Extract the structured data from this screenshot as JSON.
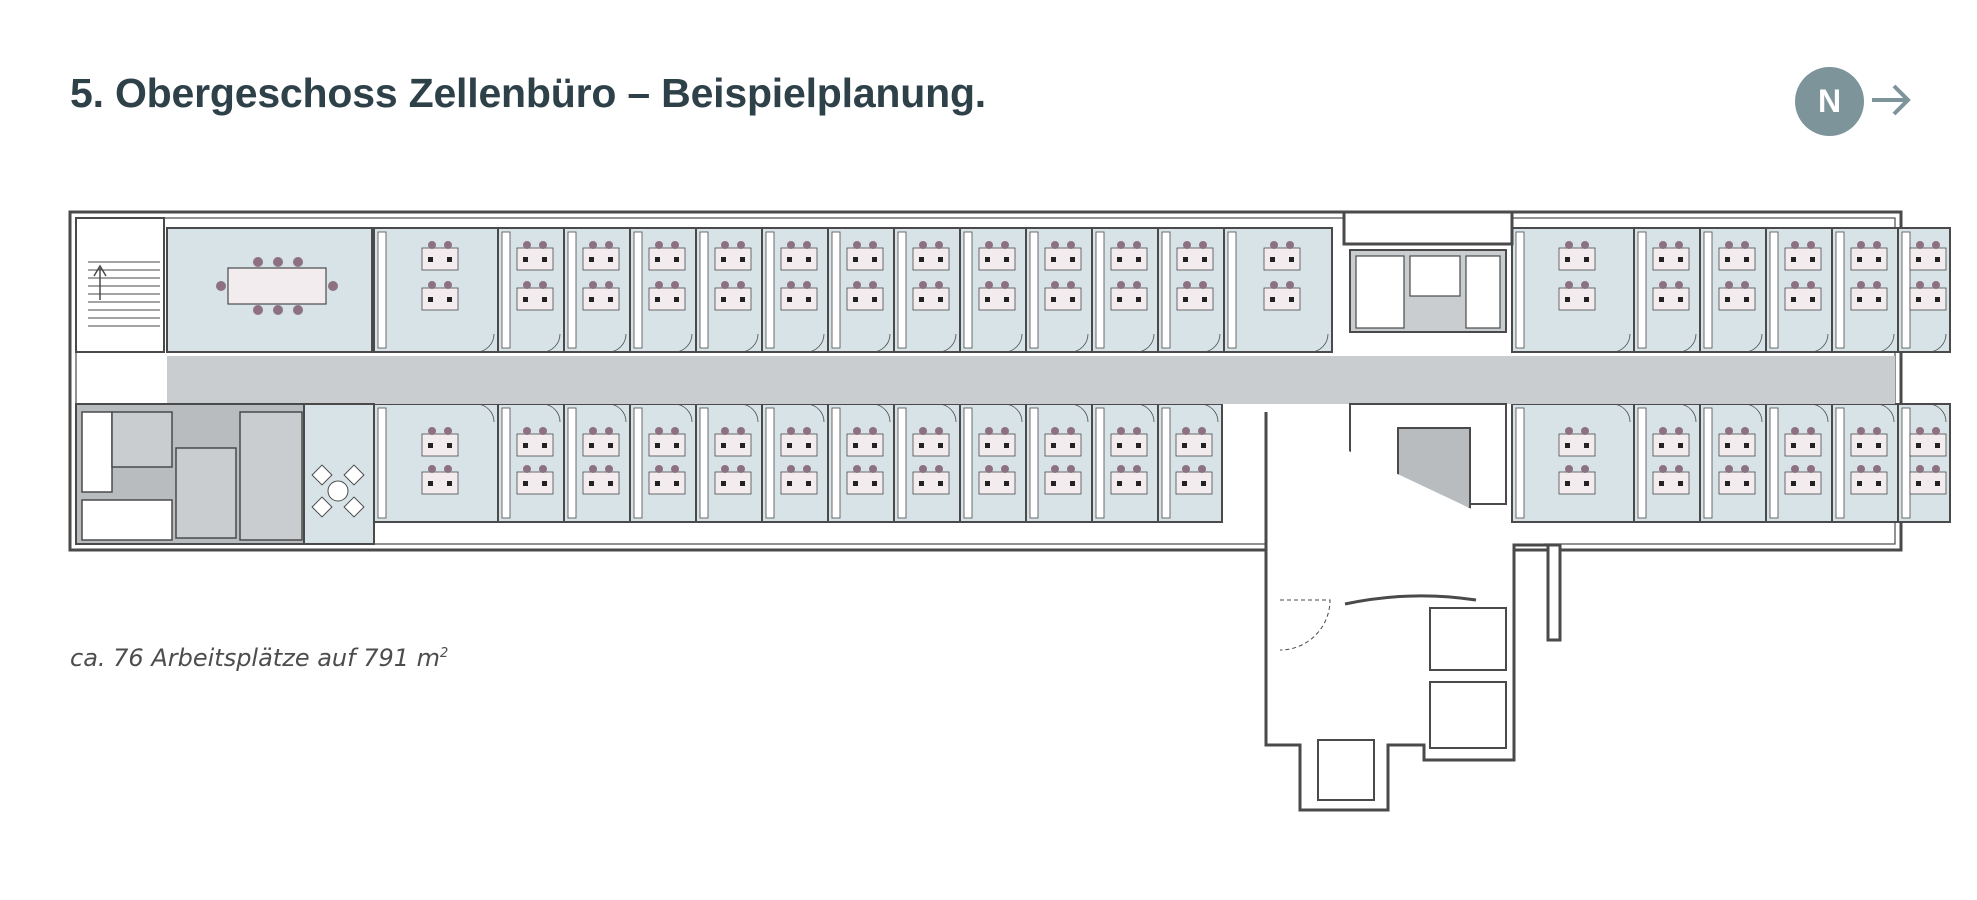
{
  "header": {
    "title": "5. Obergeschoss Zellenbüro – Beispielplanung."
  },
  "compass": {
    "letter": "N",
    "icon": "arrow-right-icon",
    "color": "#7d949b"
  },
  "caption": {
    "text": "ca. 76 Arbeitsplätze auf 791 m",
    "unit_superscript": "2"
  },
  "plan": {
    "colors": {
      "office_fill": "#d8e3e8",
      "corridor_fill": "#c9cdcf",
      "service_fill": "#b8bcbe",
      "wall": "#4a4a4a",
      "furniture": "#222222",
      "chair": "#8d7180",
      "table": "#f3ecef"
    }
  }
}
